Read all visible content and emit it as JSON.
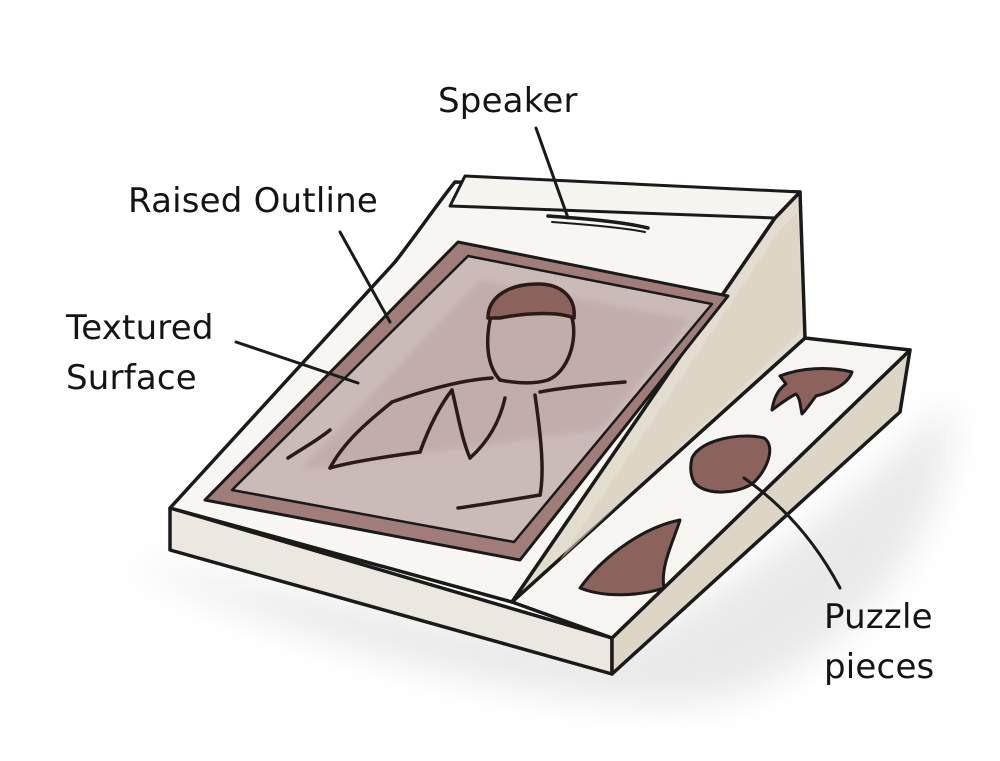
{
  "labels": {
    "speaker": "Speaker",
    "raised_outline": "Raised Outline",
    "textured_surface": [
      "Textured",
      "Surface"
    ],
    "puzzle_pieces": [
      "Puzzle",
      "pieces"
    ]
  },
  "colors": {
    "device_body": "#f8f6f2",
    "device_side": "#e5e0d3",
    "device_shade": "#d8d1c0",
    "outline": "#1a1a1a",
    "textured_surface": "#c9b8b5",
    "raised_frame": "#9a7570",
    "puzzle_piece": "#8c625c",
    "ground_shadow": "#ececec"
  }
}
